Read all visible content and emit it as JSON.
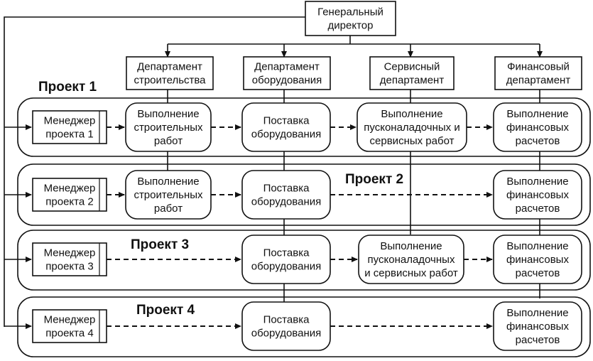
{
  "director": {
    "lines": [
      "Генеральный",
      "директор"
    ]
  },
  "departments": [
    {
      "id": "construction",
      "lines": [
        "Департамент",
        "строительства"
      ]
    },
    {
      "id": "equipment",
      "lines": [
        "Департамент",
        "оборудования"
      ]
    },
    {
      "id": "service",
      "lines": [
        "Сервисный",
        "департамент"
      ]
    },
    {
      "id": "finance",
      "lines": [
        "Финансовый",
        "департамент"
      ]
    }
  ],
  "projects": [
    {
      "title": "Проект 1",
      "manager_lines": [
        "Менеджер",
        "проекта 1"
      ]
    },
    {
      "title": "Проект 2",
      "manager_lines": [
        "Менеджер",
        "проекта 2"
      ]
    },
    {
      "title": "Проект 3",
      "manager_lines": [
        "Менеджер",
        "проекта 3"
      ]
    },
    {
      "title": "Проект 4",
      "manager_lines": [
        "Менеджер",
        "проекта 4"
      ]
    }
  ],
  "tasks": {
    "construction": [
      "Выполнение",
      "строительных",
      "работ"
    ],
    "equipment": [
      "Поставка",
      "оборудования"
    ],
    "service_p1": [
      "Выполнение",
      "пусконаладочных и",
      "сервисных работ"
    ],
    "service_p3": [
      "Выполнение",
      "пусконаладочных",
      "и сервисных работ"
    ],
    "finance": [
      "Выполнение",
      "финансовых",
      "расчетов"
    ]
  }
}
